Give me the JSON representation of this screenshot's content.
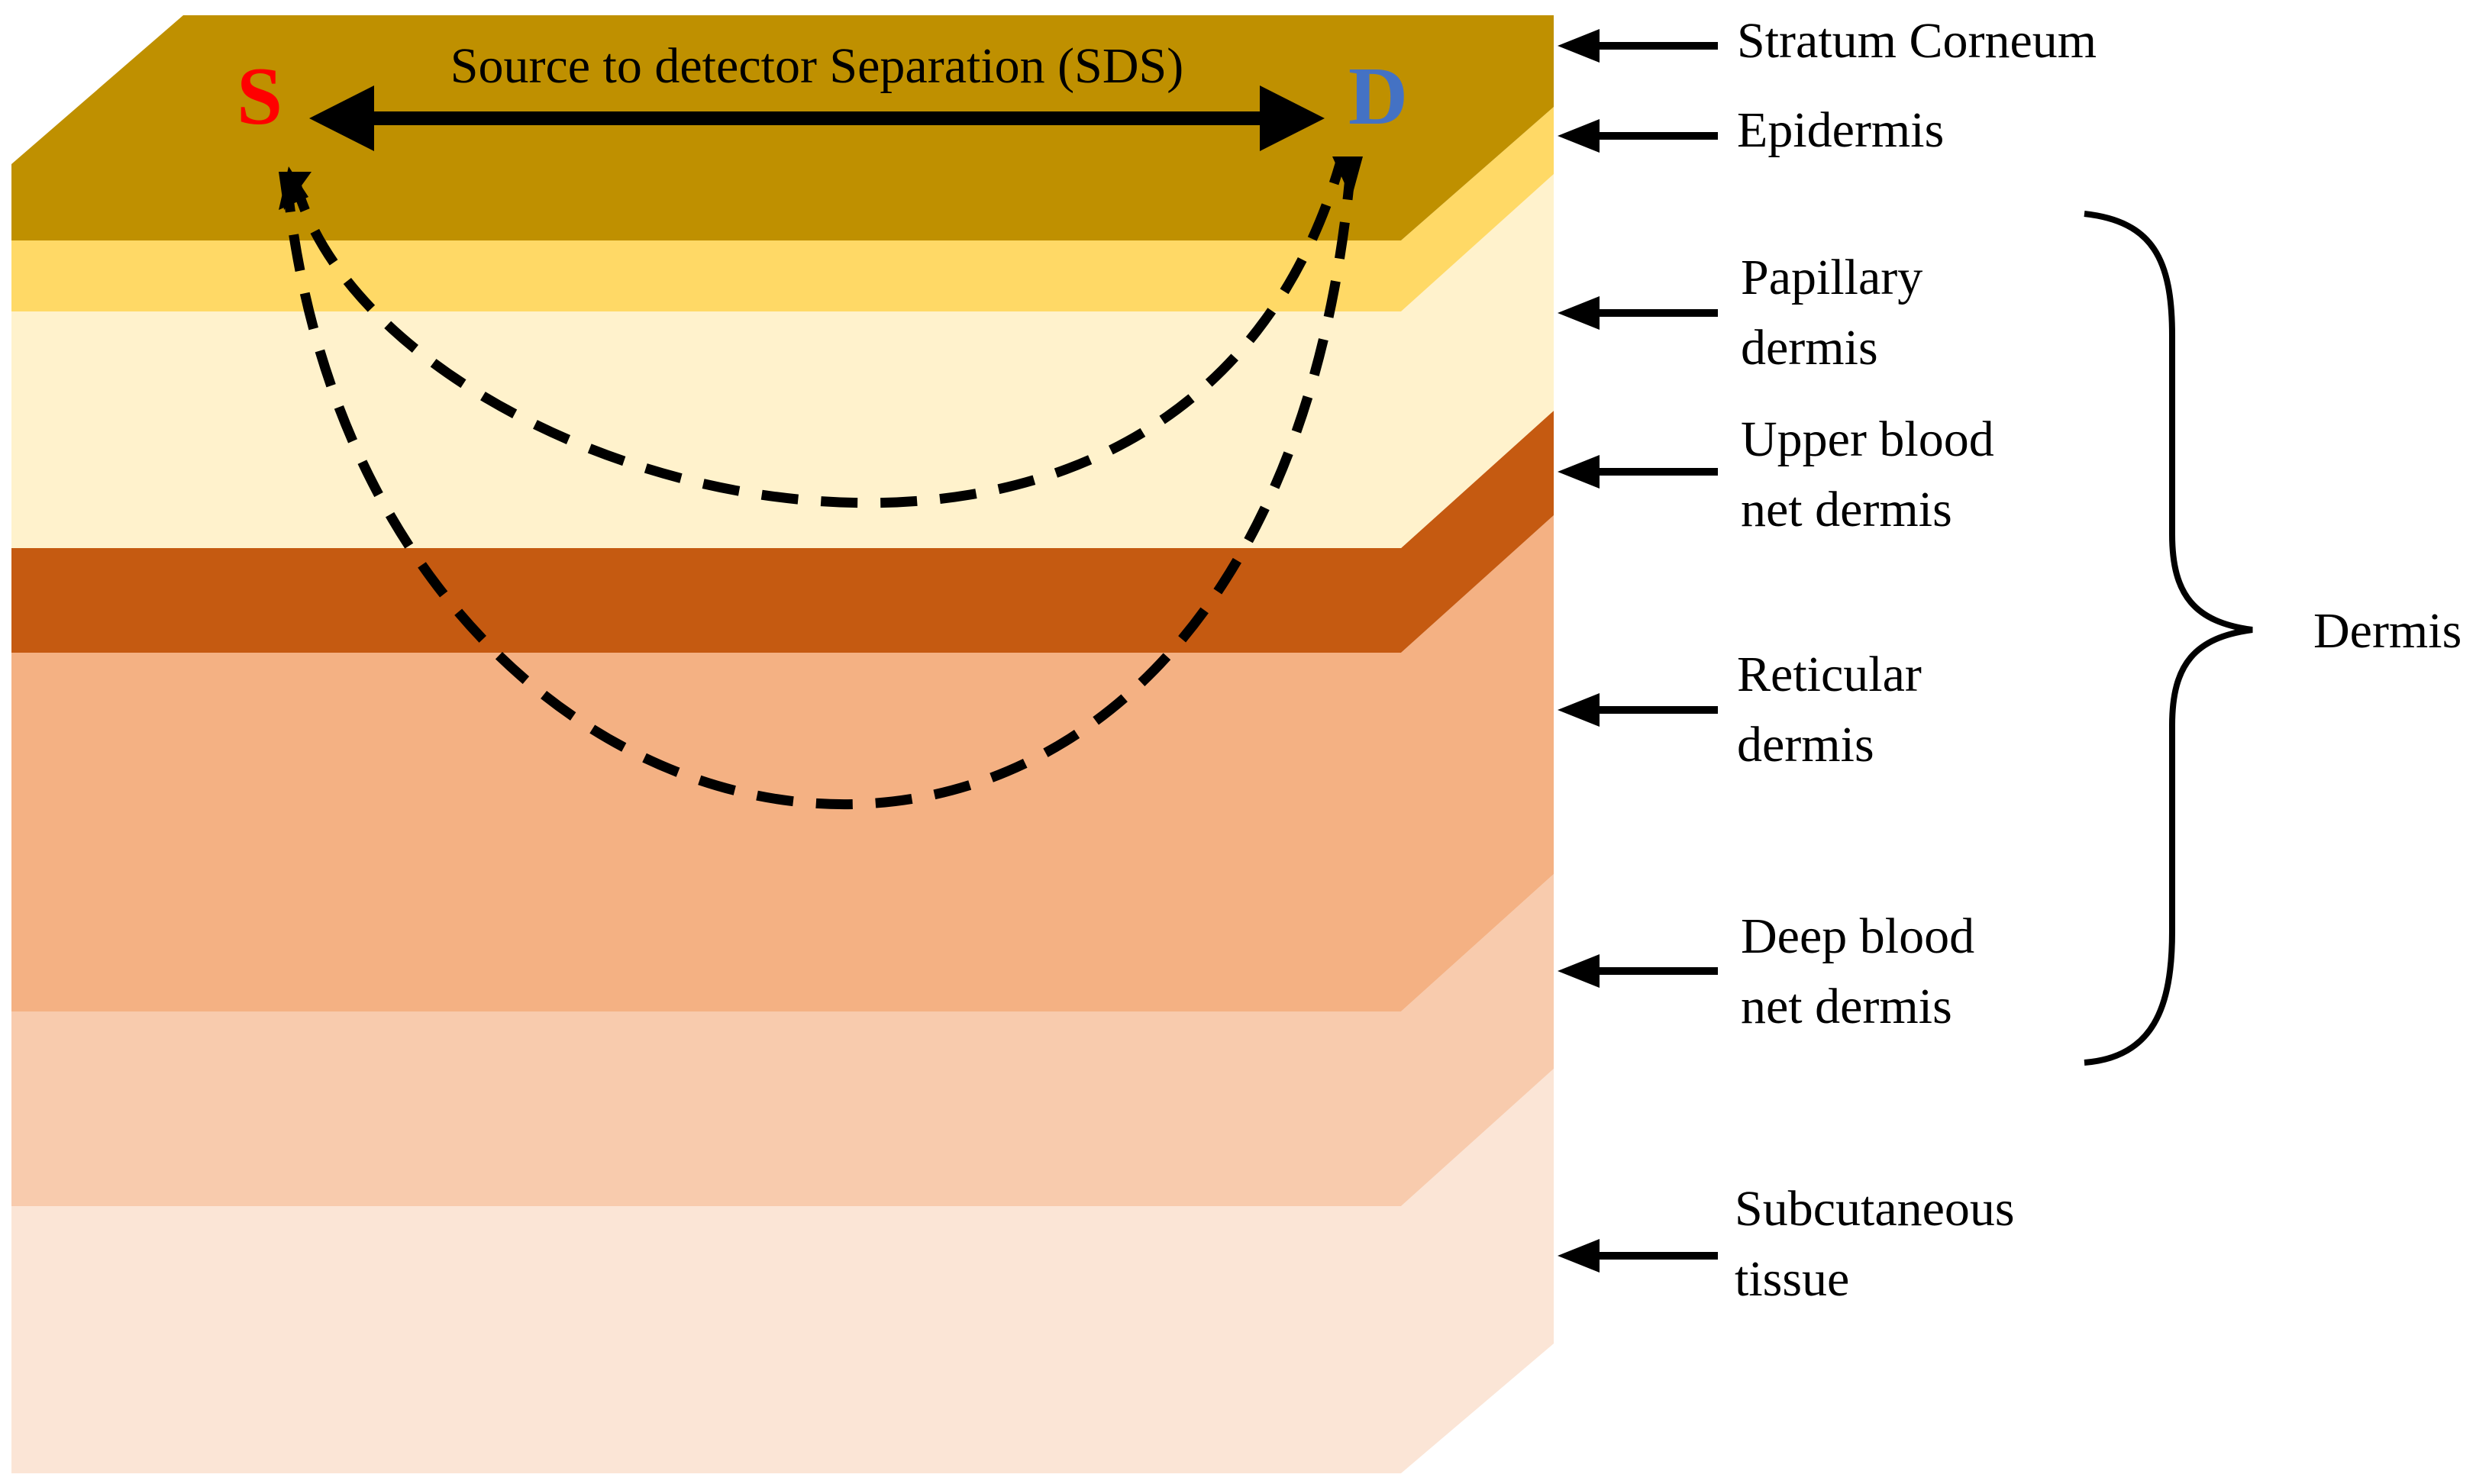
{
  "sds_label": "Source to detector Separation (SDS)",
  "source_label": "S",
  "detector_label": "D",
  "labels": {
    "stratum_corneum": "Stratum Corneum",
    "epidermis": "Epidermis",
    "papillary": [
      "Papillary",
      "dermis"
    ],
    "upper_blood_net": [
      "Upper blood",
      "net dermis"
    ],
    "reticular": [
      "Reticular",
      "dermis"
    ],
    "deep_blood_net": [
      "Deep blood",
      "net dermis"
    ],
    "subcutaneous": [
      "Subcutaneous",
      "tissue"
    ]
  },
  "dermis_group_label": "Dermis",
  "colors": {
    "stratum_corneum": "#BF9000",
    "epidermis": "#FFD966",
    "papillary_dermis": "#FFF2CC",
    "upper_blood_net": "#C55A11",
    "reticular_dermis": "#F4B183",
    "deep_blood_net": "#F8CBAD",
    "subcutaneous": "#FBE5D6",
    "source": "#FF0000",
    "detector": "#4472C4"
  }
}
